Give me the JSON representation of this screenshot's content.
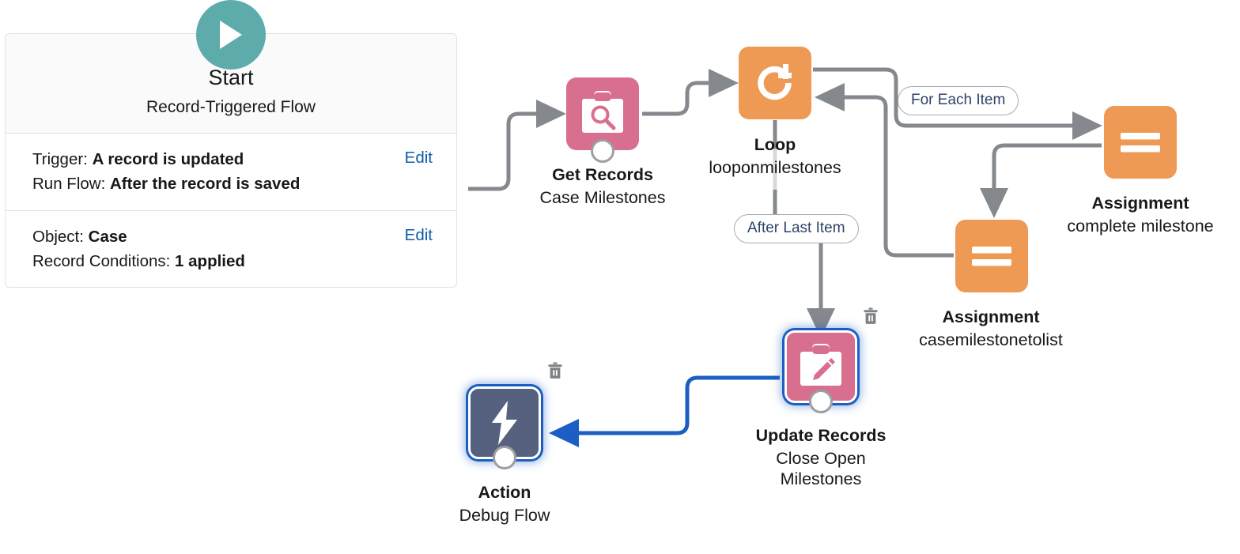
{
  "start": {
    "play_icon": "play-icon",
    "title": "Start",
    "subtitle": "Record-Triggered Flow",
    "rows": [
      {
        "label": "Trigger:",
        "value": "A record is updated",
        "edit_label": "Edit"
      },
      {
        "label": "Run Flow:",
        "value": "After the record is saved"
      },
      {
        "label": "Object:",
        "value": "Case",
        "edit_label": "Edit"
      },
      {
        "label": "Record Conditions:",
        "value": "1 applied"
      }
    ]
  },
  "nodes": {
    "get_records": {
      "icon": "clipboard-search-icon",
      "title": "Get Records",
      "subtitle": "Case Milestones",
      "color": "#d96f8f",
      "selected": false
    },
    "loop": {
      "icon": "loop-refresh-icon",
      "title": "Loop",
      "subtitle": "looponmilestones",
      "color": "#ef9a54",
      "selected": false
    },
    "assignment_complete": {
      "icon": "assignment-equals-icon",
      "title": "Assignment",
      "subtitle": "complete milestone",
      "color": "#ef9a54",
      "selected": false
    },
    "assignment_list": {
      "icon": "assignment-equals-icon",
      "title": "Assignment",
      "subtitle": "casemilestonetolist",
      "color": "#ef9a54",
      "selected": false
    },
    "update_records": {
      "icon": "clipboard-pencil-icon",
      "title": "Update Records",
      "subtitle_line1": "Close Open",
      "subtitle_line2": "Milestones",
      "color": "#d96f8f",
      "selected": true,
      "delete_icon": "trash-icon"
    },
    "action": {
      "icon": "lightning-bolt-icon",
      "title": "Action",
      "subtitle": "Debug Flow",
      "color": "#55617f",
      "selected": true,
      "delete_icon": "trash-icon"
    }
  },
  "branch_labels": {
    "for_each_item": "For Each Item",
    "after_last_item": "After Last Item"
  },
  "colors": {
    "connector_gray": "#85888c",
    "connector_selected_blue": "#1b5ec4",
    "start_play_teal": "#5eabab",
    "edit_link_blue": "#0b5cab",
    "pill_text_navy": "#2e4367",
    "node_pink": "#d96f8f",
    "node_orange": "#ef9a54",
    "node_slate": "#55617f"
  }
}
